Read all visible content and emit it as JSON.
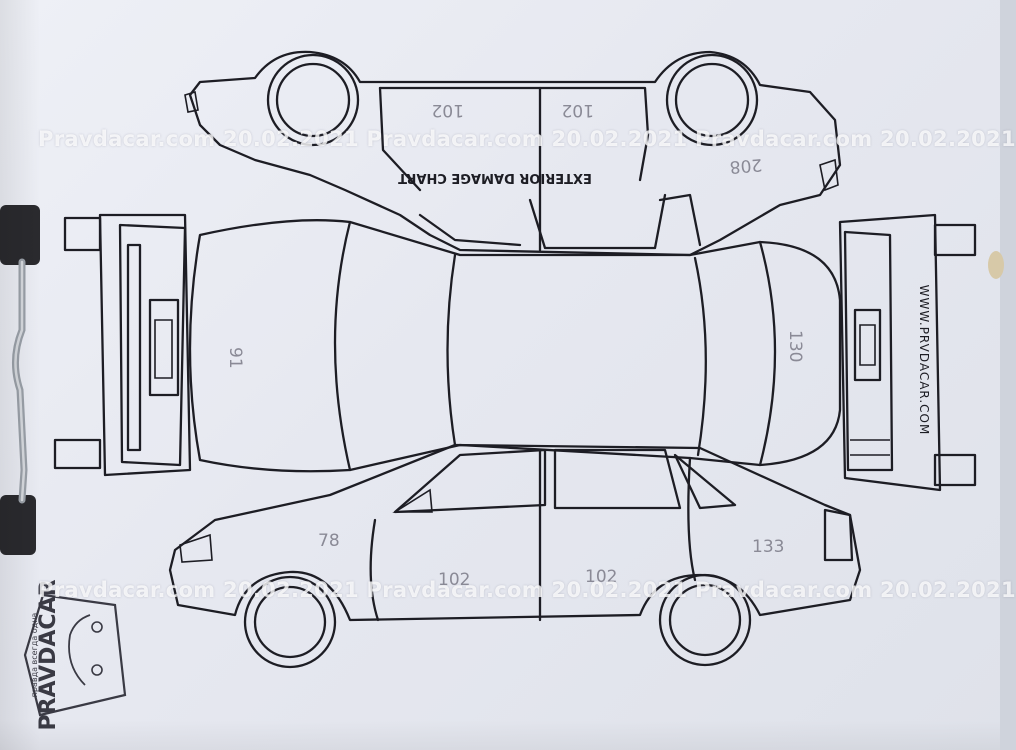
{
  "chart_title": "EXTERIOR DAMAGE CHART",
  "website": "WWW.PRVDACAR.COM",
  "watermark": {
    "row1": "Pravdacar.com 20.02.2021 Pravdacar.com 20.02.2021 Pravdacar.com 20.02.2021",
    "row2": "Pravdacar.com 20.02.2021 Pravdacar.com 20.02.2021 Pravdacar.com 20.02.2021"
  },
  "stamp": {
    "brand": "PRAVDACAR",
    "slogan": "правда всегда одна"
  },
  "measurements": {
    "top_left_door": "102",
    "top_right_door": "102",
    "top_rear_fender": "208",
    "hood": "91",
    "trunk": "130",
    "side_front_fender": "78",
    "side_front_door": "102",
    "side_rear_door": "102",
    "side_rear_fender": "133"
  },
  "colors": {
    "paper": "#e8eaf1",
    "ink": "#1d1d24",
    "handwriting": "#8a8a96",
    "clip": "#2a2a2e"
  }
}
